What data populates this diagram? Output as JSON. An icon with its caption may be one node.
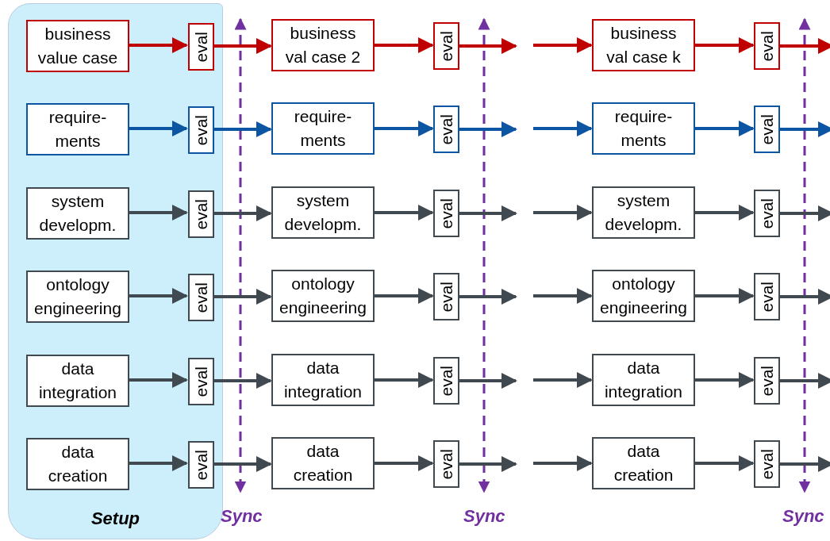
{
  "diagram": {
    "nodes": [
      {
        "text": [
          "Setup"
        ]
      },
      {
        "text": [
          "business value case"
        ],
        "in": 0
      },
      {
        "text": [
          "eval"
        ],
        "in": 0
      },
      {
        "text": [
          "require- ments"
        ],
        "in": 0
      },
      {
        "text": [
          "eval"
        ],
        "in": 0
      },
      {
        "text": [
          "system developm."
        ],
        "in": 0
      },
      {
        "text": [
          "eval"
        ],
        "in": 0
      },
      {
        "text": [
          "ontology engineering"
        ],
        "in": 0
      },
      {
        "text": [
          "eval"
        ],
        "in": 0
      },
      {
        "text": [
          "data integration"
        ],
        "in": 0
      },
      {
        "text": [
          "eval"
        ],
        "in": 0
      },
      {
        "text": [
          "data creation"
        ],
        "in": 0
      },
      {
        "text": [
          "eval"
        ],
        "in": 0
      },
      {
        "text": [
          "business val case 2"
        ]
      },
      {
        "text": [
          "eval"
        ]
      },
      {
        "text": [
          "require- ments"
        ]
      },
      {
        "text": [
          "eval"
        ]
      },
      {
        "text": [
          "system developm."
        ]
      },
      {
        "text": [
          "eval"
        ]
      },
      {
        "text": [
          "ontology engineering"
        ]
      },
      {
        "text": [
          "eval"
        ]
      },
      {
        "text": [
          "data integration"
        ]
      },
      {
        "text": [
          "eval"
        ]
      },
      {
        "text": [
          "data creation"
        ]
      },
      {
        "text": [
          "eval"
        ]
      },
      {
        "text": [
          "business val case k"
        ]
      },
      {
        "text": [
          "eval"
        ]
      },
      {
        "text": [
          "require- ments"
        ]
      },
      {
        "text": [
          "eval"
        ]
      },
      {
        "text": [
          "system developm."
        ]
      },
      {
        "text": [
          "eval"
        ]
      },
      {
        "text": [
          "ontology engineering"
        ]
      },
      {
        "text": [
          "eval"
        ]
      },
      {
        "text": [
          "data integration"
        ]
      },
      {
        "text": [
          "eval"
        ]
      },
      {
        "text": [
          "data creation"
        ]
      },
      {
        "text": [
          "eval"
        ]
      }
    ],
    "edges": [
      {
        "from": 1,
        "to": 2,
        "arrow": "to",
        "color": "#c00000"
      },
      {
        "from": 2,
        "to": 13,
        "arrow": "to",
        "color": "#c00000"
      },
      {
        "from": 13,
        "to": 14,
        "arrow": "to",
        "color": "#c00000"
      },
      {
        "from": 14,
        "to": null,
        "arrow": "to",
        "color": "#c00000"
      },
      {
        "from": null,
        "to": 25,
        "arrow": "to",
        "color": "#c00000"
      },
      {
        "from": 25,
        "to": 26,
        "arrow": "to",
        "color": "#c00000"
      },
      {
        "from": 26,
        "to": null,
        "arrow": "to",
        "color": "#c00000"
      },
      {
        "from": 3,
        "to": 4,
        "arrow": "to",
        "color": "#0b55a3"
      },
      {
        "from": 4,
        "to": 15,
        "arrow": "to",
        "color": "#0b55a3"
      },
      {
        "from": 15,
        "to": 16,
        "arrow": "to",
        "color": "#0b55a3"
      },
      {
        "from": 16,
        "to": null,
        "arrow": "to",
        "color": "#0b55a3"
      },
      {
        "from": null,
        "to": 27,
        "arrow": "to",
        "color": "#0b55a3"
      },
      {
        "from": 27,
        "to": 28,
        "arrow": "to",
        "color": "#0b55a3"
      },
      {
        "from": 28,
        "to": null,
        "arrow": "to",
        "color": "#0b55a3"
      },
      {
        "from": 5,
        "to": 6,
        "arrow": "to"
      },
      {
        "from": 6,
        "to": 17,
        "arrow": "to"
      },
      {
        "from": 17,
        "to": 18,
        "arrow": "to"
      },
      {
        "from": 18,
        "to": null,
        "arrow": "to"
      },
      {
        "from": null,
        "to": 29,
        "arrow": "to"
      },
      {
        "from": 29,
        "to": 30,
        "arrow": "to"
      },
      {
        "from": 30,
        "to": null,
        "arrow": "to"
      },
      {
        "from": 7,
        "to": 8,
        "arrow": "to"
      },
      {
        "from": 8,
        "to": 19,
        "arrow": "to"
      },
      {
        "from": 19,
        "to": 20,
        "arrow": "to"
      },
      {
        "from": 20,
        "to": null,
        "arrow": "to"
      },
      {
        "from": null,
        "to": 31,
        "arrow": "to"
      },
      {
        "from": 31,
        "to": 32,
        "arrow": "to"
      },
      {
        "from": 32,
        "to": null,
        "arrow": "to"
      },
      {
        "from": 9,
        "to": 10,
        "arrow": "to"
      },
      {
        "from": 10,
        "to": 21,
        "arrow": "to"
      },
      {
        "from": 21,
        "to": 22,
        "arrow": "to"
      },
      {
        "from": 22,
        "to": null,
        "arrow": "to"
      },
      {
        "from": null,
        "to": 33,
        "arrow": "to"
      },
      {
        "from": 33,
        "to": 34,
        "arrow": "to"
      },
      {
        "from": 34,
        "to": null,
        "arrow": "to"
      },
      {
        "from": 11,
        "to": 12,
        "arrow": "to"
      },
      {
        "from": 12,
        "to": 23,
        "arrow": "to"
      },
      {
        "from": 23,
        "to": 24,
        "arrow": "to"
      },
      {
        "from": 24,
        "to": null,
        "arrow": "to"
      },
      {
        "from": null,
        "to": 35,
        "arrow": "to"
      },
      {
        "from": 35,
        "to": 36,
        "arrow": "to"
      },
      {
        "from": 36,
        "to": null,
        "arrow": "to"
      }
    ],
    "labels": [
      "Sync",
      "Sync",
      "Sync"
    ]
  }
}
